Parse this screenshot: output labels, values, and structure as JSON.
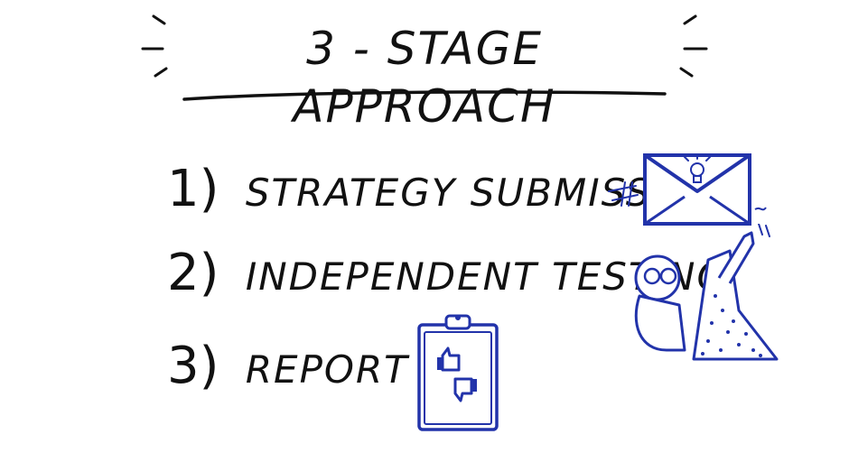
{
  "title": "3 - STAGE APPROACH",
  "steps": [
    {
      "number": "1)",
      "label": "STRATEGY SUBMISSION"
    },
    {
      "number": "2)",
      "label": "INDEPENDENT TESTING"
    },
    {
      "number": "3)",
      "label": "REPORT"
    }
  ],
  "colors": {
    "ink": "#111111",
    "accent": "#2233aa"
  },
  "icons": [
    "envelope-lightbulb-icon",
    "scientist-test-illustration",
    "clipboard-thumbs-icon"
  ]
}
